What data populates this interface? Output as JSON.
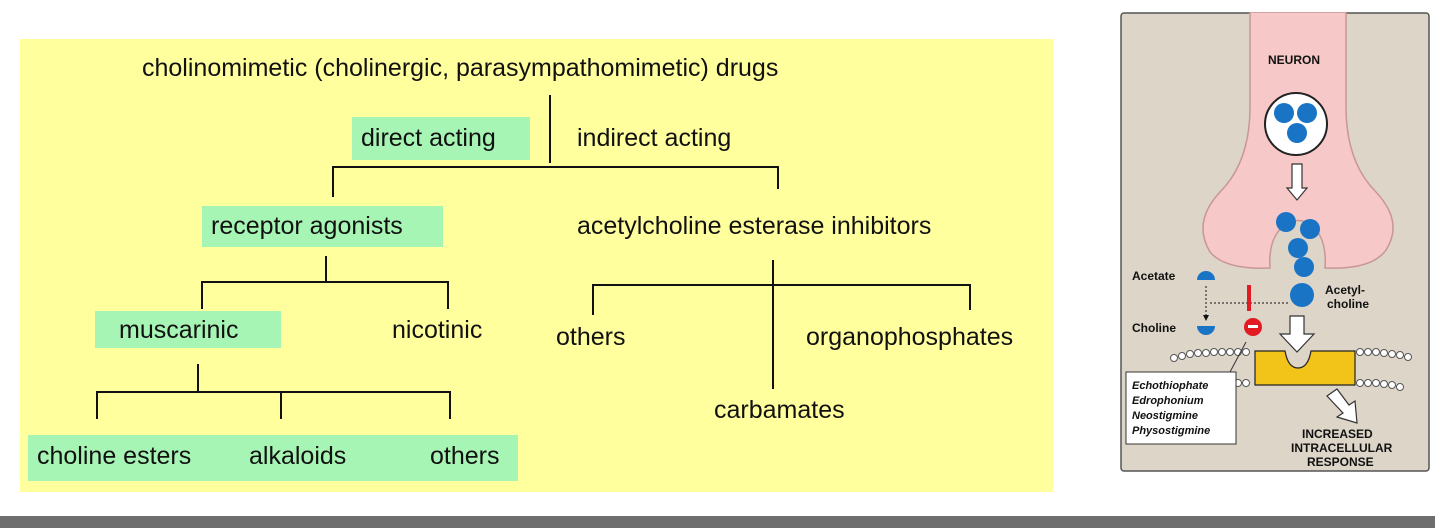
{
  "tree": {
    "root": "cholinomimetic (cholinergic, parasympathomimetic) drugs",
    "direct": "direct acting",
    "indirect": "indirect acting",
    "receptor_agonists": "receptor agonists",
    "ache_inhibitors": "acetylcholine esterase inhibitors",
    "muscarinic": "muscarinic",
    "nicotinic": "nicotinic",
    "others_ache": "others",
    "organophosphates": "organophosphates",
    "carbamates": "carbamates",
    "choline_esters": "choline esters",
    "alkaloids": "alkaloids",
    "others_musc": "others",
    "colors": {
      "panel": "#ffff9e",
      "highlight": "#a6f5b4"
    }
  },
  "neuron_figure": {
    "neuron_label": "NEURON",
    "acetate_label": "Acetate",
    "choline_label": "Choline",
    "acetylcholine_label_line1": "Acetyl-",
    "acetylcholine_label_line2": "choline",
    "drugs": [
      "Echothiophate",
      "Edrophonium",
      "Neostigmine",
      "Physostigmine"
    ],
    "response_line1": "INCREASED",
    "response_line2": "INTRACELLULAR",
    "response_line3": "RESPONSE",
    "colors": {
      "background": "#ddd5c8",
      "neuron": "#f7c8c8",
      "vesicle": "#1a74c6",
      "receptor": "#f2c318",
      "inhibitor": "#e21b23"
    }
  }
}
